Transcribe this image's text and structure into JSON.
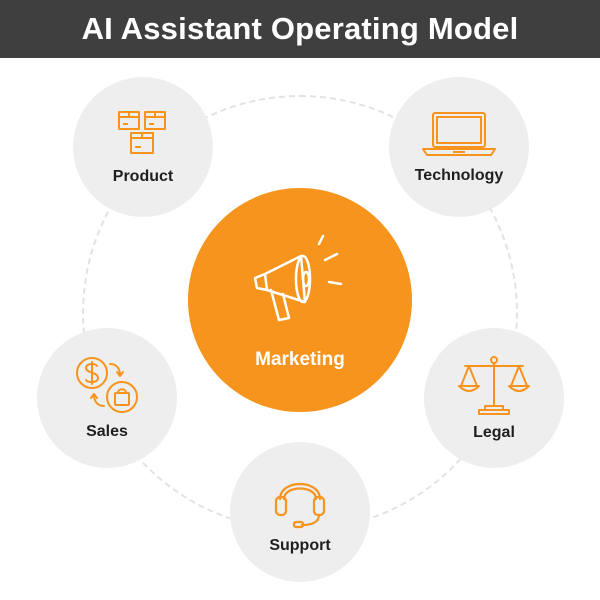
{
  "title": "AI Assistant Operating Model",
  "center": {
    "label": "Marketing",
    "icon": "megaphone-icon"
  },
  "nodes": {
    "product": {
      "label": "Product",
      "icon": "boxes-icon"
    },
    "technology": {
      "label": "Technology",
      "icon": "laptop-icon"
    },
    "sales": {
      "label": "Sales",
      "icon": "dollar-exchange-icon"
    },
    "legal": {
      "label": "Legal",
      "icon": "scales-icon"
    },
    "support": {
      "label": "Support",
      "icon": "headset-icon"
    }
  },
  "colors": {
    "accent": "#f7941d",
    "title_bar": "#3f3f3f",
    "node_bg": "#eeeeee",
    "ring": "#e2e2e2"
  }
}
